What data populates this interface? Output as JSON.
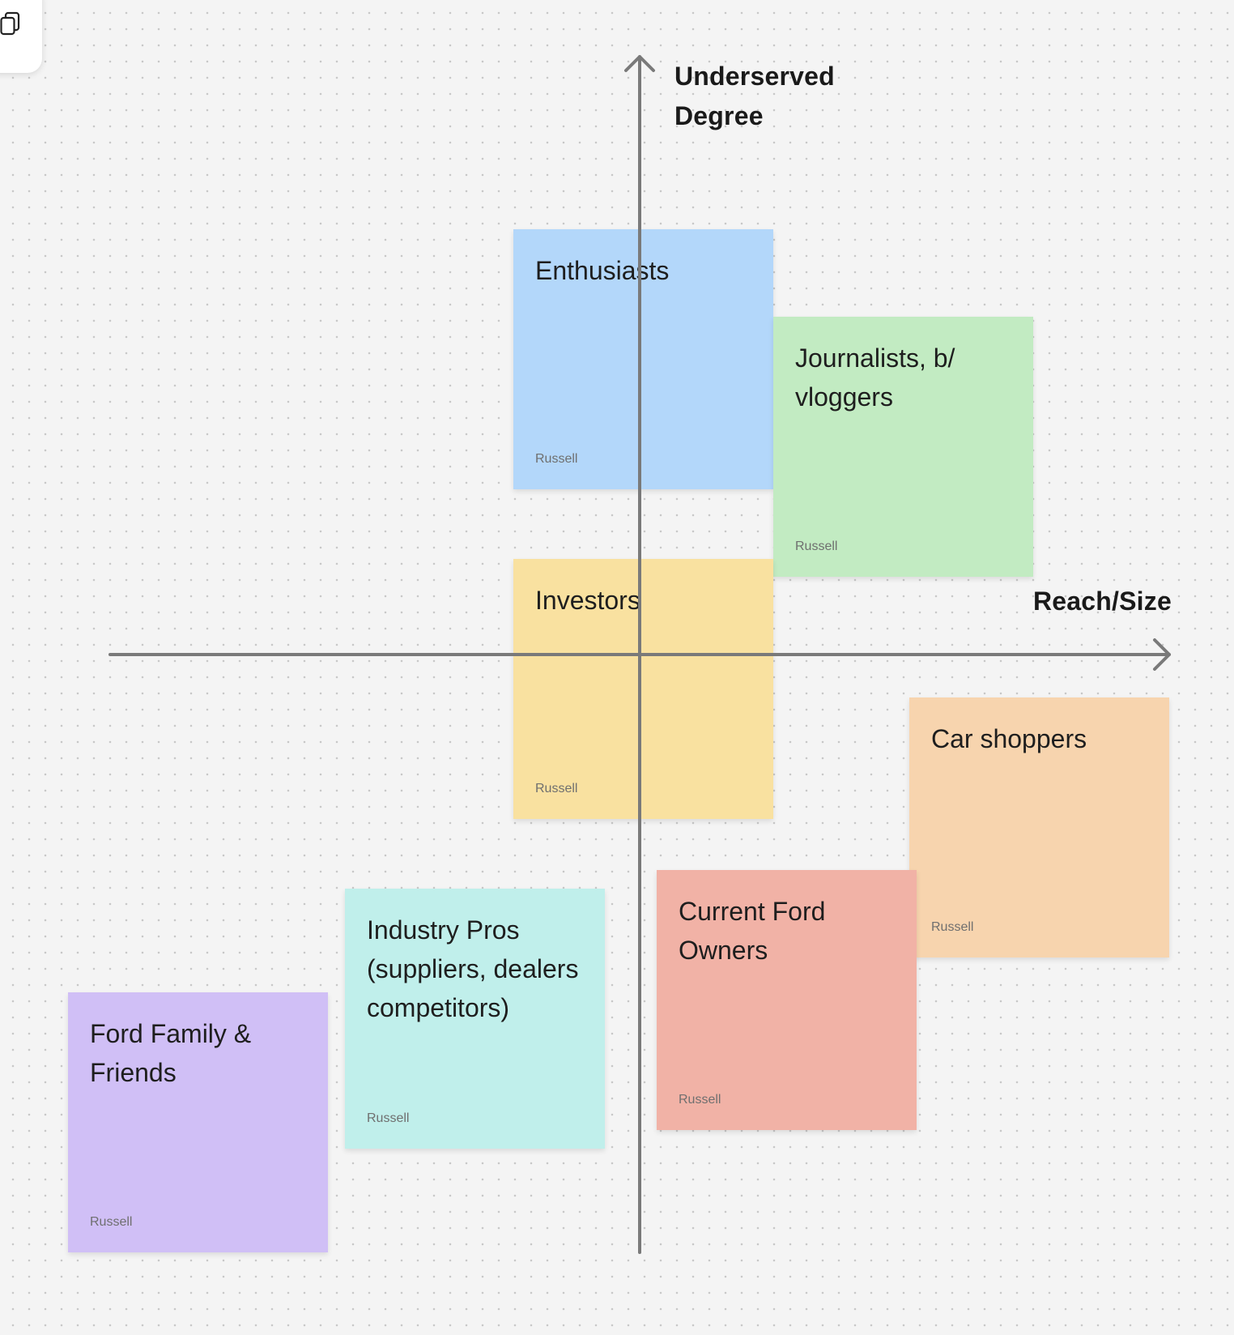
{
  "toolbar": {
    "icon": "copy-icon"
  },
  "axes": {
    "y_label": [
      "Underserved",
      "Degree"
    ],
    "x_label": "Reach/Size",
    "line_color": "#7a7a7a"
  },
  "stickies": [
    {
      "id": "enthusiasts",
      "title": "Enthusiasts",
      "author": "Russell",
      "color": "#b3d7fa"
    },
    {
      "id": "journalists",
      "title": "Journalists, b/ vloggers",
      "author": "Russell",
      "color": "#c2ebc2"
    },
    {
      "id": "investors",
      "title": "Investors",
      "author": "Russell",
      "color": "#f9e1a0"
    },
    {
      "id": "car-shoppers",
      "title": "Car shoppers",
      "author": "Russell",
      "color": "#f7d4ae"
    },
    {
      "id": "current-ford-owners",
      "title": "Current Ford Owners",
      "author": "Russell",
      "color": "#f1b2a6"
    },
    {
      "id": "industry-pros",
      "title": "Industry Pros (suppliers, dealers competitors)",
      "author": "Russell",
      "color": "#c0efeb"
    },
    {
      "id": "ford-family",
      "title": "Ford Family & Friends",
      "author": "Russell",
      "color": "#d0bff6"
    }
  ]
}
